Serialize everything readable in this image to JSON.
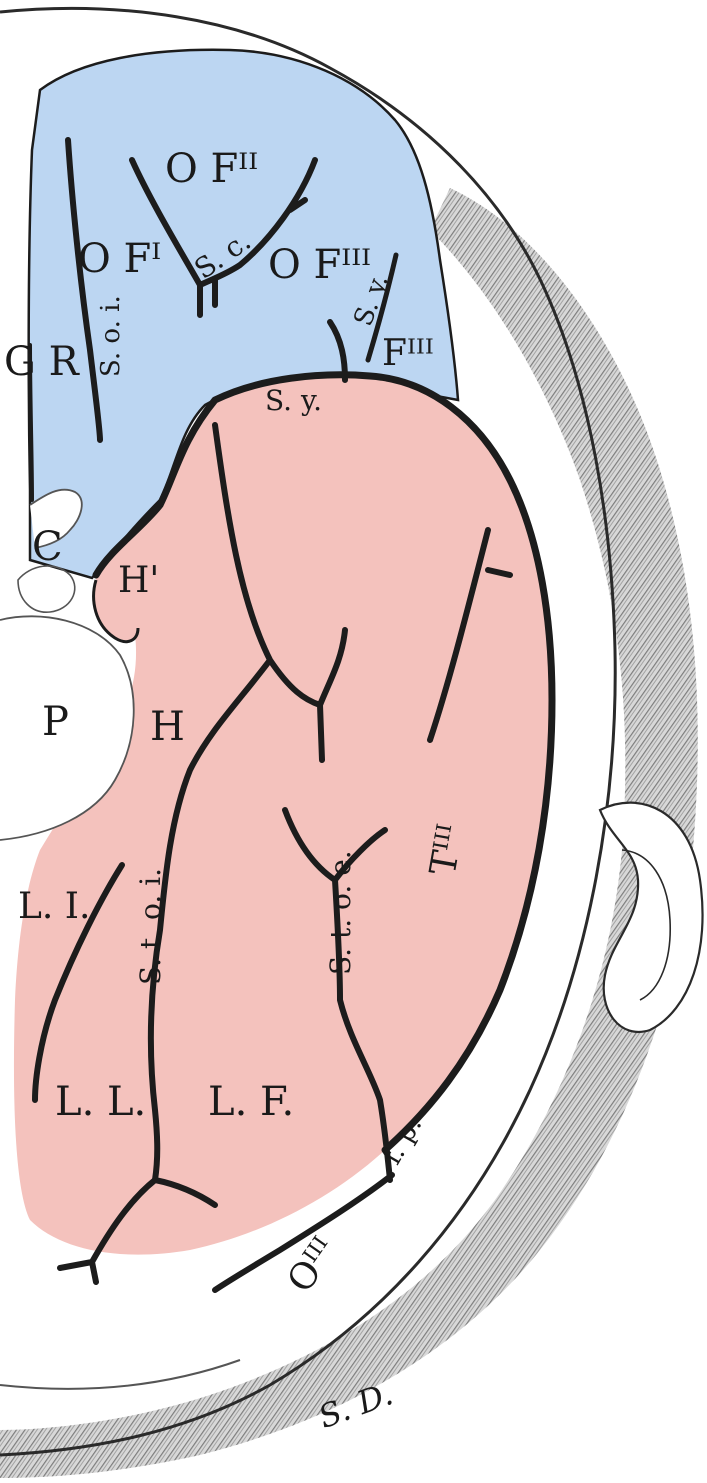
{
  "colors": {
    "frontal_region": "#bcd6f2",
    "temporal_region": "#f4c2bd",
    "outline": "#1c1c1c",
    "dura_texture": "#8a8a8a"
  },
  "labels": {
    "of2": "O Fᴵᴵ",
    "of1": "O Fᴵ",
    "of3": "O Fᴵᴵᴵ",
    "sc": "S. c.",
    "soi": "S. o. i.",
    "sy_vertical": "S. y.",
    "gr": "G R",
    "f3": "Fᴵᴵᴵ",
    "sy": "S. y.",
    "c": "C",
    "h_prime": "H'",
    "p": "P",
    "h": "H",
    "t3": "Tᴵᴵᴵ",
    "li": "L. I.",
    "stoi": "S. t. o. i.",
    "stoe": "S. t. o. e.",
    "ll": "L. L.",
    "lf": "L. F.",
    "fp": "f. p.",
    "o3": "Oᴵᴵᴵ",
    "sd": "S. D."
  }
}
